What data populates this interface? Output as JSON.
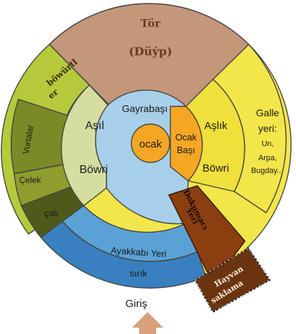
{
  "diagram": {
    "tor": "Tör",
    "duyp": "(Düýp)",
    "bowurtler_1": "böwürtl",
    "bowurtler_2": "er",
    "vurtalar": "Vurtalar",
    "celek": "Çelek",
    "cali": "çalı",
    "asil": "Aşıl",
    "bowri_left": "Böwri",
    "gayrabasi": "Gayrabaşı",
    "ocak": "ocak",
    "ocak_basi_1": "Ocak",
    "ocak_basi_2": "Başı",
    "aslik": "Aşlık",
    "bowri_right": "Böwri",
    "galle_1": "Galle",
    "galle_2": "yeri:",
    "galle_3": "Un,",
    "galle_4": "Arpa,",
    "galle_5": "Bugday..",
    "dokumaci_1": "Dokumacı",
    "dokumaci_2": "Yeri",
    "hayvan_1": "Hayvan",
    "hayvan_2": "saklama",
    "ayakkabi": "Ayakkabı Yeri",
    "sirik": "sırık",
    "giris": "Giriş"
  },
  "colors": {
    "tor": "#c4967a",
    "yellow_outer": "#f3e64a",
    "yellow_inner": "#f0e03c",
    "lime": "#b6c93a",
    "olive": "#7b8a26",
    "dark_olive": "#4f5a1a",
    "pale_green": "#d6dda0",
    "light_blue": "#a8cfe9",
    "mid_blue": "#5aa2d6",
    "dark_blue": "#3880bf",
    "orange": "#f5a623",
    "brown": "#8b3f10",
    "arrow": "#d9a07c"
  }
}
